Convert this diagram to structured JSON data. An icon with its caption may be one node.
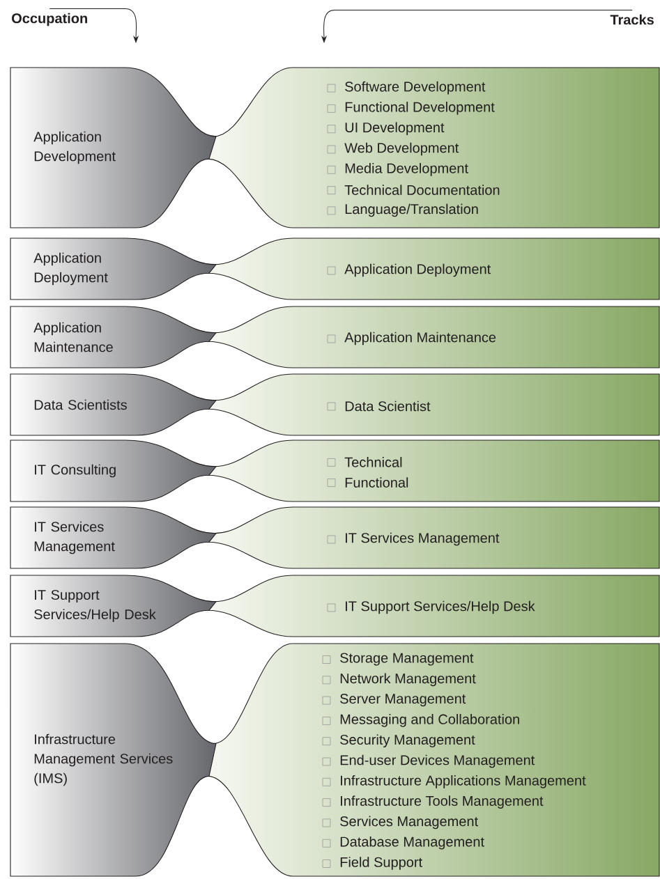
{
  "diagram": {
    "nodes": [
      {
        "text": [
          "Occupation"
        ]
      },
      {
        "text": [
          "Tracks"
        ]
      },
      {
        "text": [
          "Application Development"
        ]
      },
      {
        "text": [
          "Software Development",
          "Functional Development",
          "UI Development",
          "Web Development",
          "Media Development",
          "Technical Documentation",
          "Language/Translation"
        ]
      },
      {
        "text": [
          "Application Deployment"
        ]
      },
      {
        "text": [
          "Application Deployment"
        ]
      },
      {
        "text": [
          "Application Maintenance"
        ]
      },
      {
        "text": [
          "Application Maintenance"
        ]
      },
      {
        "text": [
          "Data Scientists"
        ]
      },
      {
        "text": [
          "Data Scientist"
        ]
      },
      {
        "text": [
          "IT Consulting"
        ]
      },
      {
        "text": [
          "Technical",
          "Functional"
        ]
      },
      {
        "text": [
          "IT Services Management"
        ]
      },
      {
        "text": [
          "IT Services Management"
        ]
      },
      {
        "text": [
          "IT Support Services/Help Desk"
        ]
      },
      {
        "text": [
          "IT Support Services/Help Desk"
        ]
      },
      {
        "text": [
          "Infrastructure Management Services (IMS)"
        ]
      },
      {
        "text": [
          "Storage Management",
          "Network Management",
          "Server Management",
          "Messaging and Collaboration",
          "Security Management",
          "End-user Devices Management",
          "Infrastructure Applications Management",
          "Infrastructure Tools Management",
          "Services Management",
          "Database Management",
          "Field Support"
        ]
      }
    ],
    "edges": [
      {
        "from": 0,
        "to": null,
        "arrow": "to"
      },
      {
        "from": 1,
        "to": null,
        "arrow": "to"
      }
    ]
  }
}
